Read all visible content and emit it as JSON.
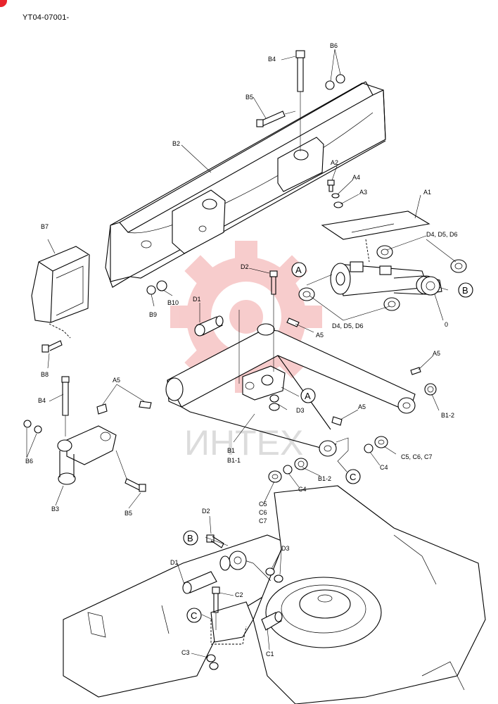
{
  "doc_code": "YT04-07001-",
  "watermark": "ИНТЕХ",
  "callouts": {
    "A": "A",
    "B": "B",
    "C": "C"
  },
  "labels": {
    "A1": "A1",
    "A2": "A2",
    "A3": "A3",
    "A4": "A4",
    "A5": "A5",
    "B1": "B1",
    "B1_1": "B1-1",
    "B1_2": "B1-2",
    "B2": "B2",
    "B3": "B3",
    "B4": "B4",
    "B5": "B5",
    "B6": "B6",
    "B7": "B7",
    "B8": "B8",
    "B9": "B9",
    "B10": "B10",
    "C1": "C1",
    "C2": "C2",
    "C3": "C3",
    "C4": "C4",
    "C5": "C5",
    "C5C6C7": "C5, C6, C7",
    "C6": "C6",
    "C7": "C7",
    "D1": "D1",
    "D2": "D2",
    "D3": "D3",
    "D4D5D6": "D4, D5, D6",
    "zero": "0"
  },
  "colors": {
    "line": "#000000",
    "watermark": "#f2b3b3",
    "corner": "#e8242c"
  }
}
